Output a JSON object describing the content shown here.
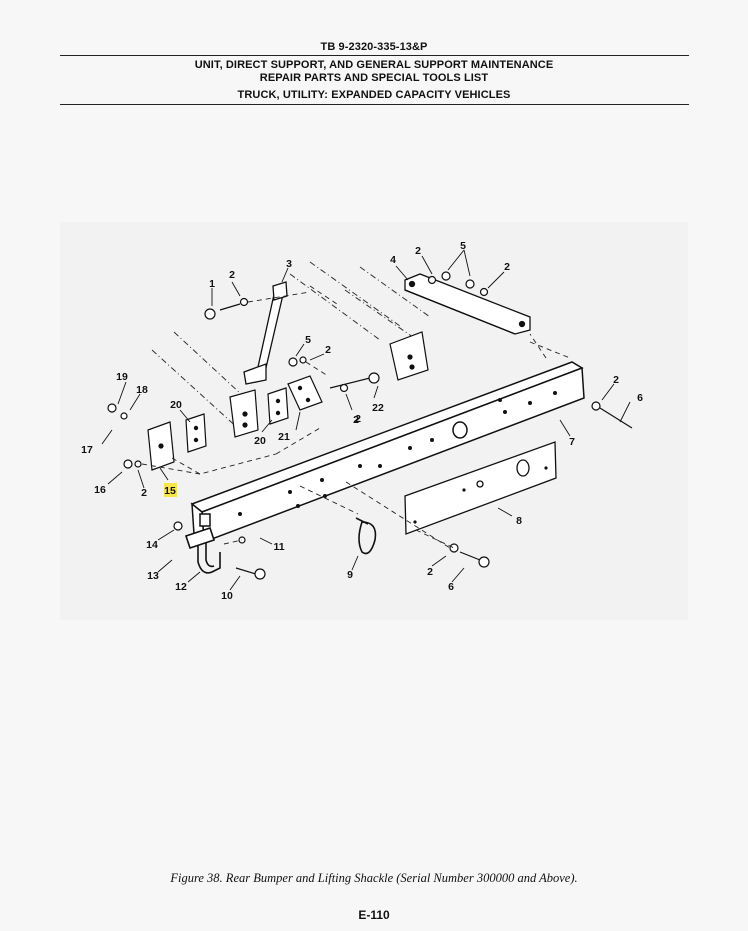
{
  "header": {
    "doc_number": "TB 9-2320-335-13&P",
    "title_line1": "UNIT, DIRECT SUPPORT, AND GENERAL SUPPORT MAINTENANCE",
    "title_line2": "REPAIR PARTS AND SPECIAL TOOLS LIST",
    "title_line3": "TRUCK, UTILITY: EXPANDED CAPACITY VEHICLES"
  },
  "figure": {
    "callouts": [
      "1",
      "2",
      "3",
      "2",
      "5",
      "2",
      "4",
      "5",
      "2",
      "19",
      "18",
      "20",
      "22",
      "2",
      "2",
      "6",
      "17",
      "20",
      "21",
      "2",
      "7",
      "16",
      "2",
      "15",
      "14",
      "11",
      "8",
      "13",
      "12",
      "10",
      "9",
      "2",
      "6"
    ],
    "highlight_color": "#f6e64a"
  },
  "caption": "Figure 38.  Rear Bumper and Lifting Shackle (Serial Number 300000 and Above).",
  "page_number": "E-110"
}
